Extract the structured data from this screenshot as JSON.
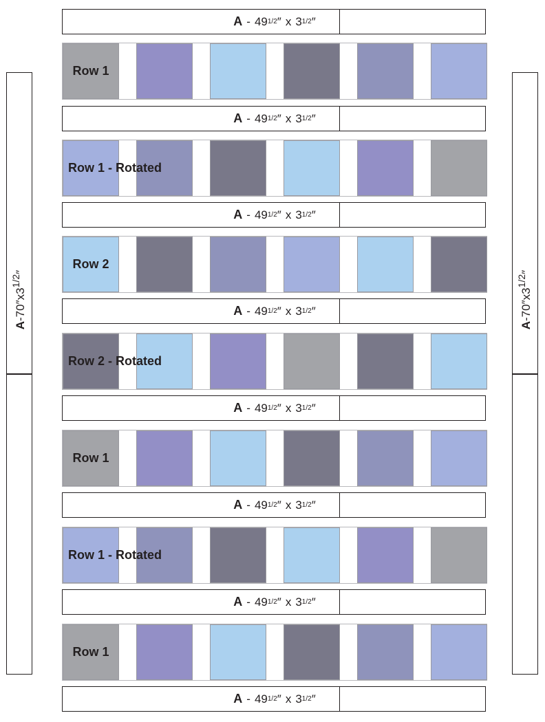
{
  "colors": {
    "gray": "#a3a4a8",
    "violet": "#938fc6",
    "sky": "#abd1ef",
    "slate": "#797889",
    "dusty_blue": "#8f93bb",
    "periwinkle": "#a3b0de"
  },
  "sashing": {
    "letter": "A",
    "dash": "-",
    "width_whole": "49",
    "width_frac": "1/2",
    "inch": "″",
    "times": "x",
    "height_whole": "3",
    "height_frac": "1/2"
  },
  "border": {
    "letter": "A",
    "dash": "-",
    "length": "70",
    "inch": "″",
    "times": "x",
    "height_whole": "3",
    "height_frac": "1/2"
  },
  "rows": [
    {
      "name": "Row 1",
      "blocks": [
        "gray",
        "violet",
        "sky",
        "slate",
        "dusty_blue",
        "periwinkle"
      ]
    },
    {
      "name": "Row 1 - Rotated",
      "blocks": [
        "periwinkle",
        "dusty_blue",
        "slate",
        "sky",
        "violet",
        "gray"
      ]
    },
    {
      "name": "Row 2",
      "blocks": [
        "sky",
        "slate",
        "dusty_blue",
        "periwinkle",
        "sky",
        "slate"
      ]
    },
    {
      "name": "Row 2 - Rotated",
      "blocks": [
        "slate",
        "sky",
        "violet",
        "gray",
        "slate",
        "sky"
      ]
    },
    {
      "name": "Row 1",
      "blocks": [
        "gray",
        "violet",
        "sky",
        "slate",
        "dusty_blue",
        "periwinkle"
      ]
    },
    {
      "name": "Row 1 - Rotated",
      "blocks": [
        "periwinkle",
        "dusty_blue",
        "slate",
        "sky",
        "violet",
        "gray"
      ]
    },
    {
      "name": "Row 1",
      "blocks": [
        "gray",
        "violet",
        "sky",
        "slate",
        "dusty_blue",
        "periwinkle"
      ]
    }
  ]
}
